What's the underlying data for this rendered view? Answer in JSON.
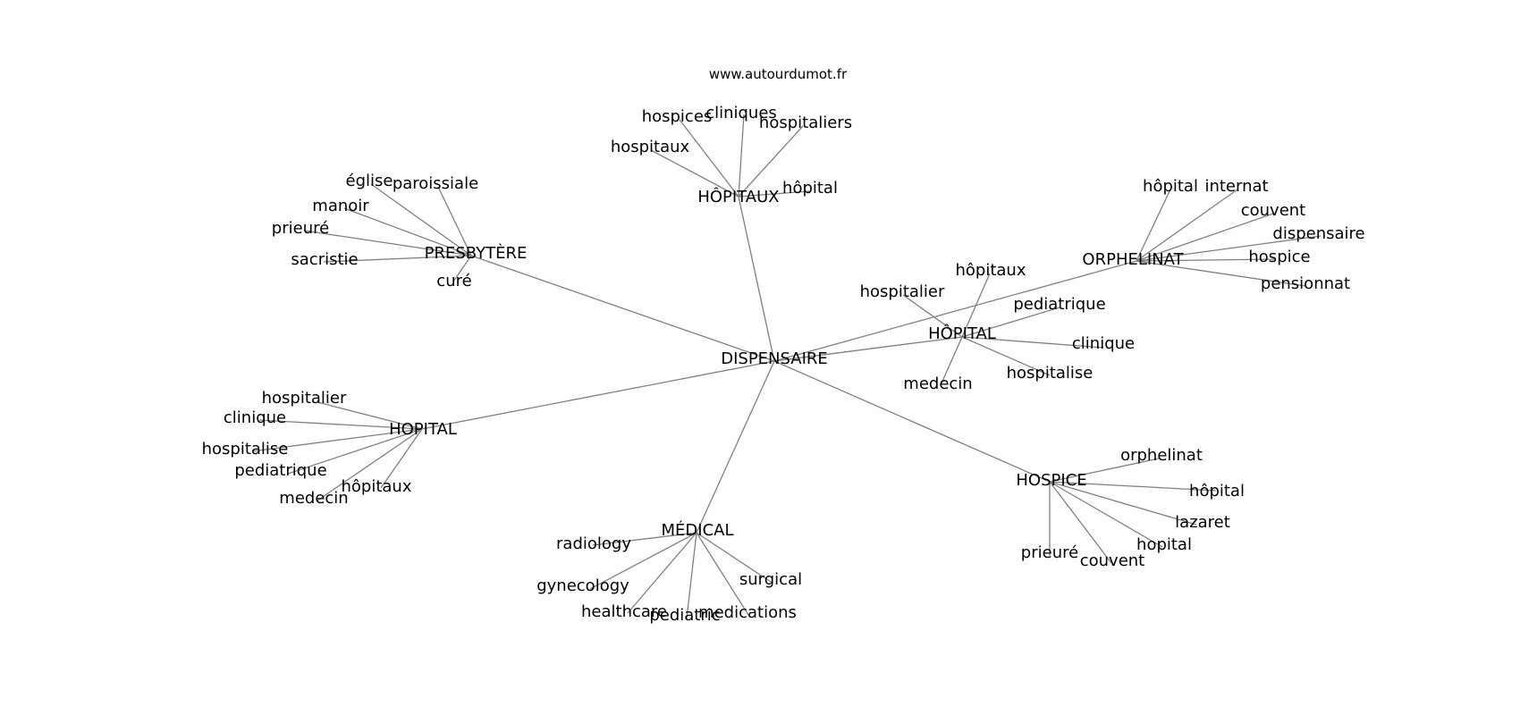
{
  "source_credit": "www.autourdumot.fr",
  "graph": {
    "center": "DISPENSAIRE",
    "hubs": [
      {
        "label": "HÔPITAUX",
        "leaves": [
          "hospices",
          "cliniques",
          "hospitaliers",
          "hospitaux",
          "hôpital"
        ]
      },
      {
        "label": "PRESBYTÈRE",
        "leaves": [
          "église",
          "paroissiale",
          "manoir",
          "prieuré",
          "sacristie",
          "curé"
        ]
      },
      {
        "label": "ORPHELINAT",
        "leaves": [
          "hôpital",
          "internat",
          "couvent",
          "dispensaire",
          "hospice",
          "pensionnat"
        ]
      },
      {
        "label": "HÔPITAL",
        "leaves": [
          "hôpitaux",
          "hospitalier",
          "pediatrique",
          "clinique",
          "hospitalise",
          "medecin"
        ]
      },
      {
        "label": "HOPITAL",
        "leaves": [
          "hospitalier",
          "clinique",
          "hospitalise",
          "pediatrique",
          "hôpitaux",
          "medecin"
        ]
      },
      {
        "label": "HOSPICE",
        "leaves": [
          "orphelinat",
          "hôpital",
          "lazaret",
          "hopital",
          "prieuré",
          "couvent"
        ]
      },
      {
        "label": "MÉDICAL",
        "leaves": [
          "radiology",
          "gynecology",
          "healthcare",
          "pediatric",
          "medications",
          "surgical"
        ]
      }
    ]
  }
}
